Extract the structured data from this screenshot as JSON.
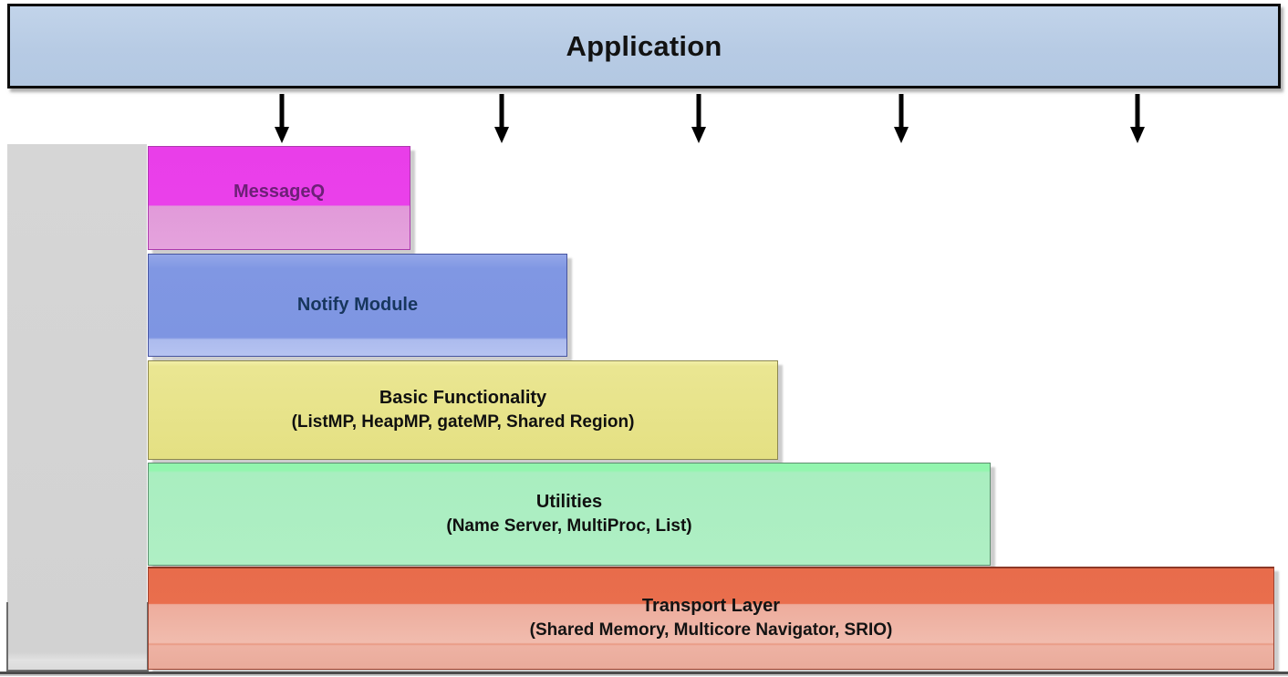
{
  "application": {
    "label": "Application"
  },
  "arrows": {
    "count": 5,
    "icon": "arrow-down-icon",
    "color": "#000000"
  },
  "layers": [
    {
      "name": "messageq",
      "title": "MessageQ",
      "subtitle": "",
      "color": "#ea40ea",
      "text_color": "#6d2077"
    },
    {
      "name": "notify-module",
      "title": "Notify Module",
      "subtitle": "",
      "color": "#7e95e2",
      "text_color": "#17365d"
    },
    {
      "name": "basic-functionality",
      "title": "Basic Functionality",
      "subtitle": "(ListMP, HeapMP, gateMP, Shared Region)",
      "color": "#e7e38a",
      "text_color": "#101010"
    },
    {
      "name": "utilities",
      "title": "Utilities",
      "subtitle": "(Name Server, MultiProc, List)",
      "color": "#a9eec0",
      "text_color": "#101010"
    },
    {
      "name": "transport-layer",
      "title": "Transport Layer",
      "subtitle": "(Shared Memory, Multicore Navigator, SRIO)",
      "color": "#e86c4b",
      "text_color": "#131313"
    }
  ],
  "colors": {
    "application_fill": "#b7cbe4",
    "application_border": "#0d0d0d",
    "left_bar_fill": "#d2d2d2",
    "bottom_rule": "#4c4c4c",
    "background": "#ffffff"
  }
}
